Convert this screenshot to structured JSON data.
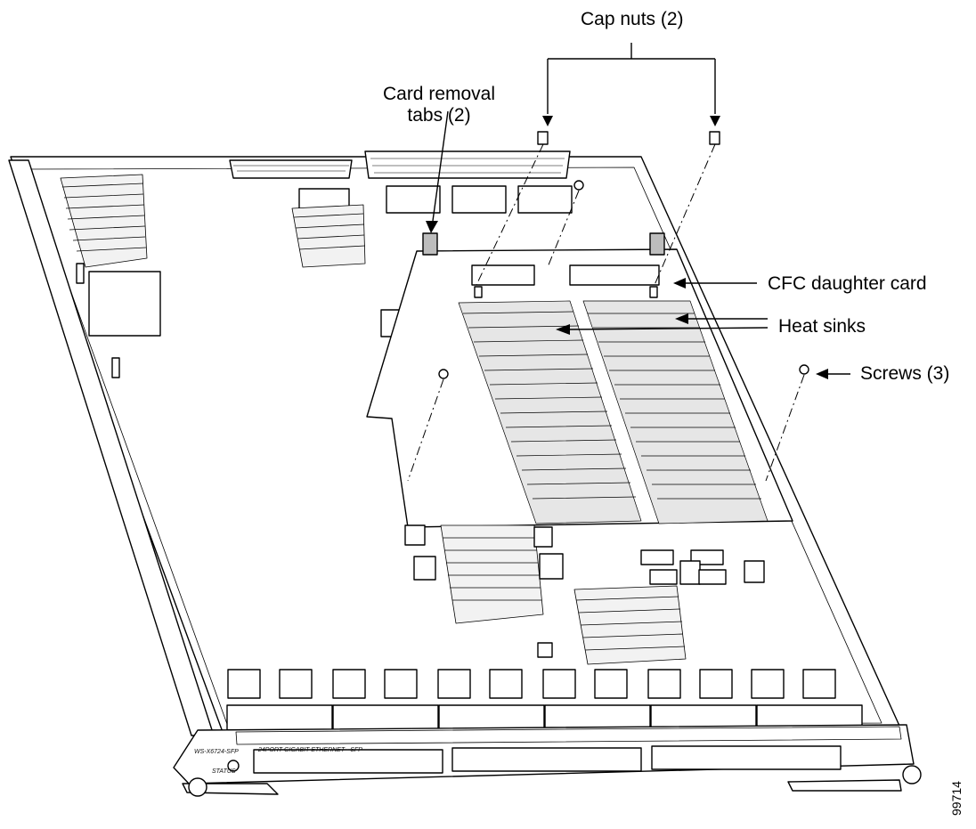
{
  "callouts": {
    "cap_nuts": "Cap nuts (2)",
    "card_removal_tabs_line1": "Card removal",
    "card_removal_tabs_line2": "tabs (2)",
    "cfc_daughter_card": "CFC daughter card",
    "heat_sinks": "Heat sinks",
    "screws": "Screws (3)"
  },
  "faceplate": {
    "model": "WS-X6724-SFP",
    "description": "24PORT GIGABIT ETHERNET - SFP",
    "status_label": "STATUS"
  },
  "figure_number": "99714",
  "colors": {
    "line": "#000000",
    "heatsink_fill": "#e6e6e6",
    "tab_fill": "#bdbdbd"
  }
}
